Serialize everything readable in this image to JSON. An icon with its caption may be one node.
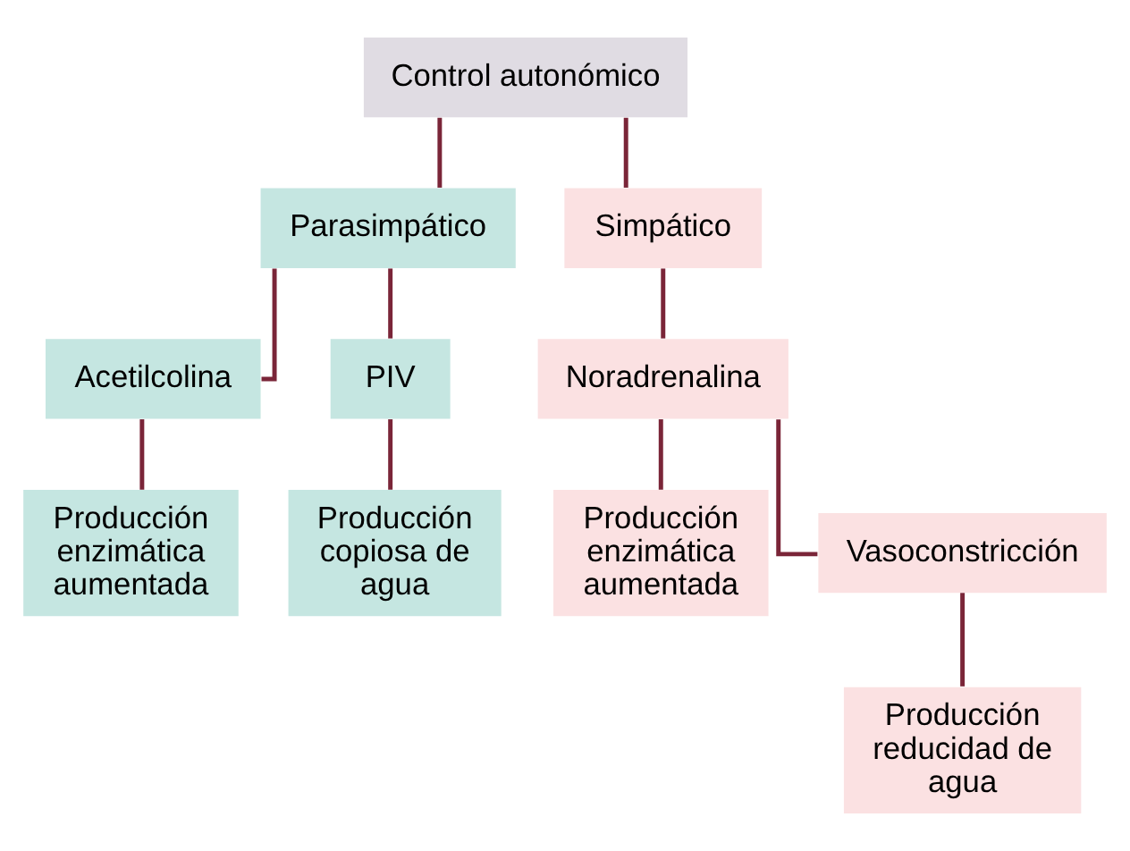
{
  "diagram": {
    "nodes": [
      {
        "text": [
          "Control autonómico"
        ]
      },
      {
        "text": [
          "Parasimpático"
        ]
      },
      {
        "text": [
          "Simpático"
        ]
      },
      {
        "text": [
          "Acetilcolina"
        ]
      },
      {
        "text": [
          "PIV"
        ]
      },
      {
        "text": [
          "Noradrenalina"
        ]
      },
      {
        "text": [
          "Producción enzimática aumentada"
        ]
      },
      {
        "text": [
          "Producción copiosa de agua"
        ]
      },
      {
        "text": [
          "Producción enzimática aumentada"
        ]
      },
      {
        "text": [
          "Vasoconstricción"
        ]
      },
      {
        "text": [
          "Producción reducidad de agua"
        ]
      }
    ],
    "edges": [
      {
        "from": 0,
        "to": 1,
        "arrow": "none"
      },
      {
        "from": 0,
        "to": 2,
        "arrow": "none"
      },
      {
        "from": 1,
        "to": 3,
        "arrow": "none"
      },
      {
        "from": 1,
        "to": 4,
        "arrow": "none"
      },
      {
        "from": 2,
        "to": 5,
        "arrow": "none"
      },
      {
        "from": 3,
        "to": 6,
        "arrow": "none"
      },
      {
        "from": 4,
        "to": 7,
        "arrow": "none"
      },
      {
        "from": 5,
        "to": 8,
        "arrow": "none"
      },
      {
        "from": 5,
        "to": 9,
        "arrow": "none"
      },
      {
        "from": 9,
        "to": 10,
        "arrow": "none"
      }
    ]
  }
}
